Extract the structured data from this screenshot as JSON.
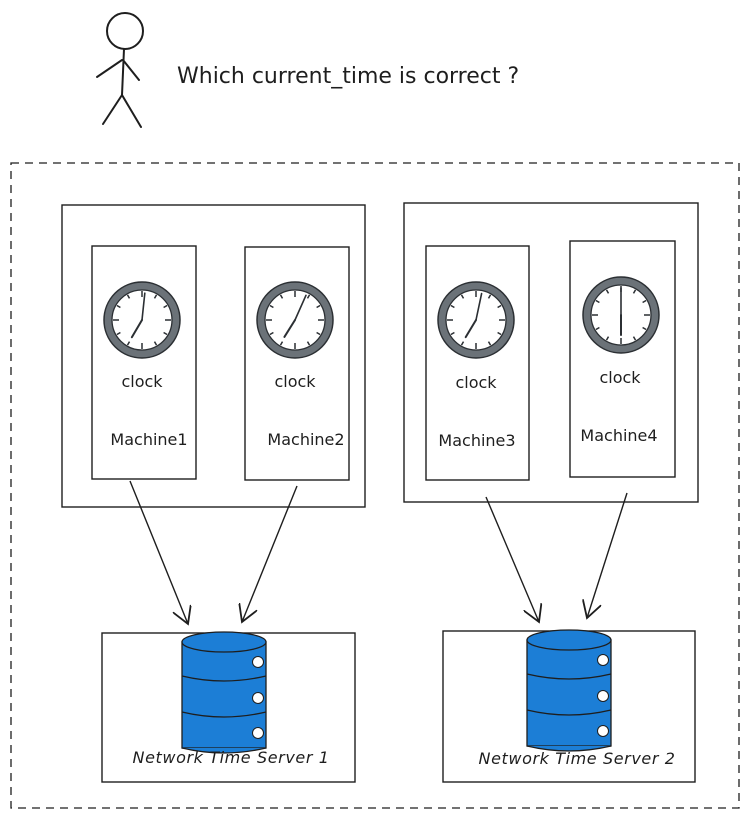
{
  "question": "Which current_time is correct ?",
  "machines": [
    {
      "label": "Machine1",
      "clock_label": "clock",
      "time": {
        "hour": 7,
        "minute": 1
      }
    },
    {
      "label": "Machine2",
      "clock_label": "clock",
      "time": {
        "hour": 7,
        "minute": 4
      }
    },
    {
      "label": "Machine3",
      "clock_label": "clock",
      "time": {
        "hour": 7,
        "minute": 2
      }
    },
    {
      "label": "Machine4",
      "clock_label": "clock",
      "time": {
        "hour": 6,
        "minute": 0
      }
    }
  ],
  "servers": [
    {
      "label": "Network Time Server 1"
    },
    {
      "label": "Network Time Server 2"
    }
  ],
  "colors": {
    "stroke": "#1e1e1e",
    "clock_rim": "#6b7278",
    "db_fill": "#1c7ed6"
  },
  "icons": {
    "person": "stick-figure-icon",
    "clock": "wall-clock-icon",
    "server": "database-stack-icon"
  }
}
